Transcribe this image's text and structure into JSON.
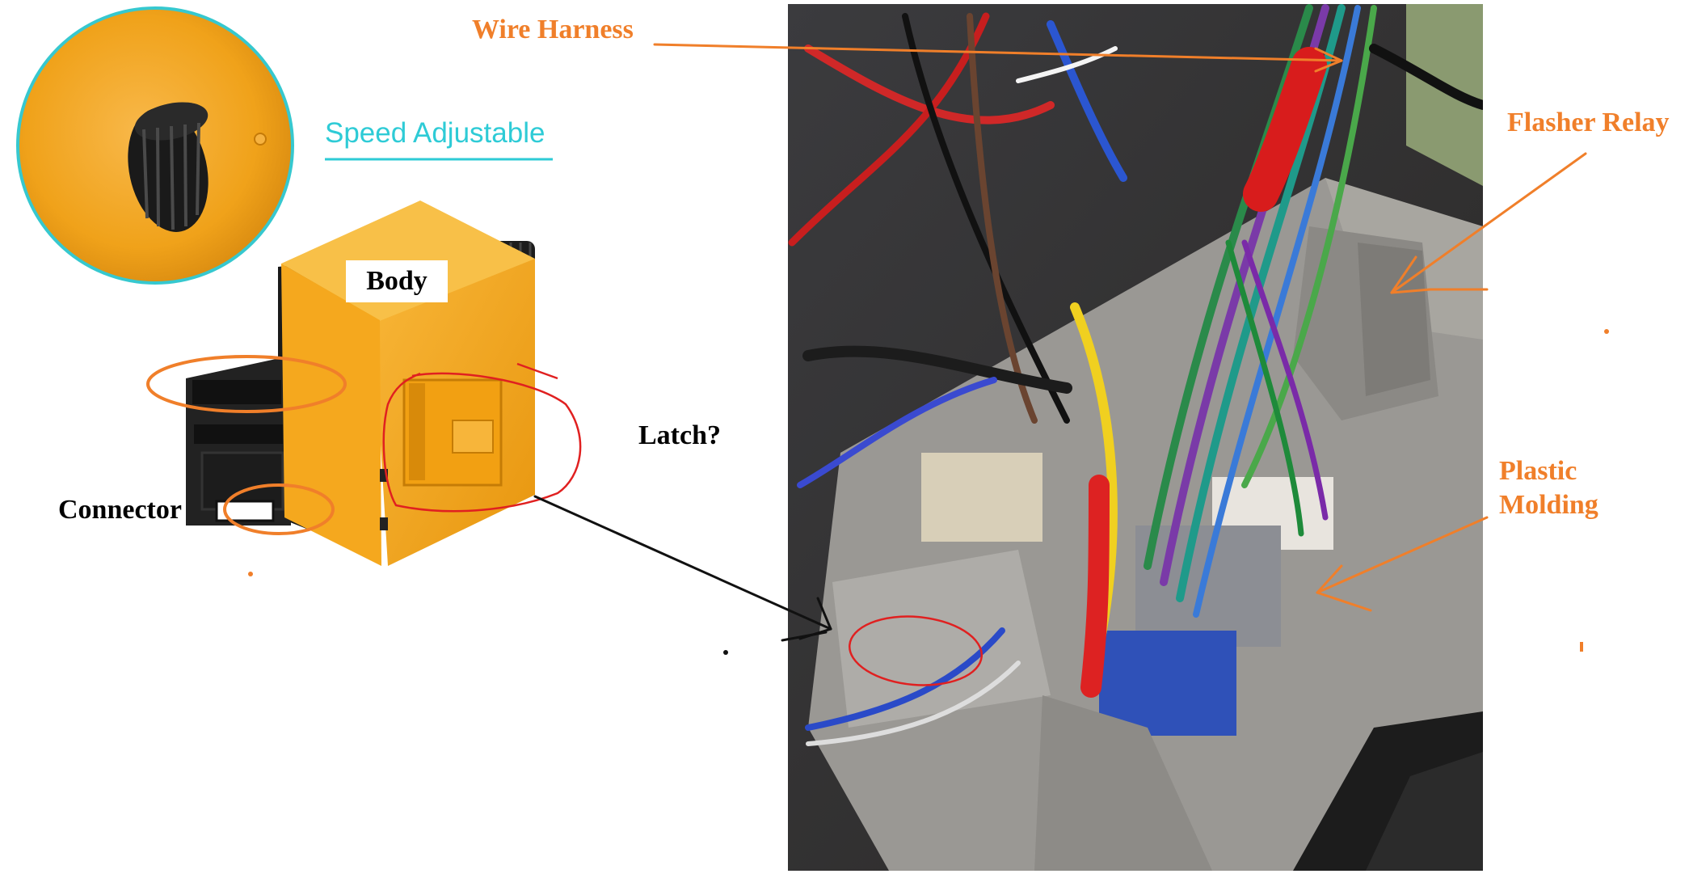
{
  "annotations": {
    "wire_harness": "Wire Harness",
    "flasher_relay": "Flasher Relay",
    "plastic_line1": "Plastic",
    "plastic_line2": "Molding",
    "speed_adjustable": "Speed Adjustable",
    "body": "Body",
    "latch": "Latch?",
    "connector": "Connector"
  },
  "colors": {
    "orange_label": "#f07f2a",
    "cyan_label": "#2ecbd6",
    "circle_red": "#e02020",
    "product_yellow": "#f5a81e",
    "plastic_gray": "#8a8a86"
  }
}
